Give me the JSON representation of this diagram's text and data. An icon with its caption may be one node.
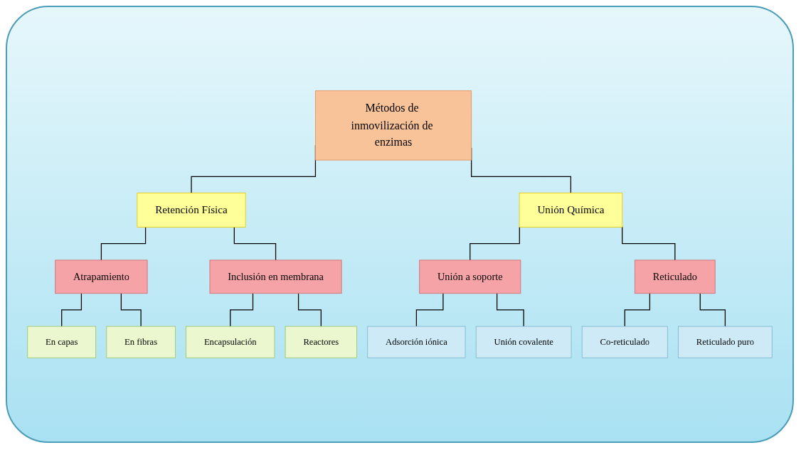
{
  "diagram": {
    "nodes": [
      {
        "text": [
          "Métodos de inmovilización de enzimas"
        ]
      },
      {
        "text": [
          "Retención Física"
        ]
      },
      {
        "text": [
          "Unión Química"
        ]
      },
      {
        "text": [
          "Atrapamiento"
        ]
      },
      {
        "text": [
          "Inclusión en membrana"
        ]
      },
      {
        "text": [
          "Unión a soporte"
        ]
      },
      {
        "text": [
          "Reticulado"
        ]
      },
      {
        "text": [
          "En capas"
        ]
      },
      {
        "text": [
          "En fibras"
        ]
      },
      {
        "text": [
          "Encapsulación"
        ]
      },
      {
        "text": [
          "Reactores"
        ]
      },
      {
        "text": [
          "Adsorción iónica"
        ]
      },
      {
        "text": [
          "Unión covalente"
        ]
      },
      {
        "text": [
          "Co-reticulado"
        ]
      },
      {
        "text": [
          "Reticulado puro"
        ]
      }
    ],
    "edges": [
      {
        "from": 0,
        "to": 1,
        "arrow": "none"
      },
      {
        "from": 0,
        "to": 2,
        "arrow": "none"
      },
      {
        "from": 1,
        "to": 3,
        "arrow": "none"
      },
      {
        "from": 1,
        "to": 4,
        "arrow": "none"
      },
      {
        "from": 2,
        "to": 5,
        "arrow": "none"
      },
      {
        "from": 2,
        "to": 6,
        "arrow": "none"
      },
      {
        "from": 3,
        "to": 7,
        "arrow": "none"
      },
      {
        "from": 3,
        "to": 8,
        "arrow": "none"
      },
      {
        "from": 4,
        "to": 9,
        "arrow": "none"
      },
      {
        "from": 4,
        "to": 10,
        "arrow": "none"
      },
      {
        "from": 5,
        "to": 11,
        "arrow": "none"
      },
      {
        "from": 5,
        "to": 12,
        "arrow": "none"
      },
      {
        "from": 6,
        "to": 13,
        "arrow": "none"
      },
      {
        "from": 6,
        "to": 14,
        "arrow": "none"
      }
    ]
  }
}
